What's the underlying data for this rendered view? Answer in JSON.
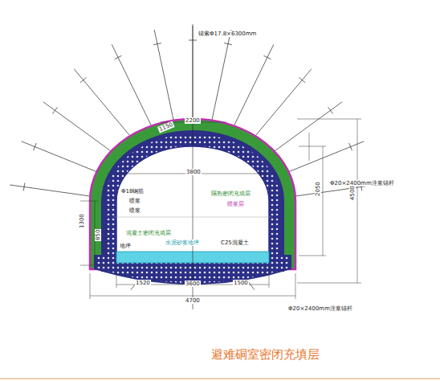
{
  "diagram": {
    "caption": "避难硐室密闭充填层",
    "labels": [
      "锚索Φ17.8×6300mm",
      "2200",
      "1150",
      "3800",
      "Φ18钢筋",
      "喷浆",
      "喷浆",
      "隔热密闭充填层",
      "喷浆层",
      "混凝土密闭充填层",
      "水泥砂浆地坪",
      "C25混凝土",
      "地坪",
      "1300",
      "850",
      "2050",
      "4500",
      "Φ20×2400mm注浆锚杆",
      "1520",
      "3600",
      "1500",
      "4700",
      "Φ20×2400mm注浆锚杆"
    ]
  }
}
